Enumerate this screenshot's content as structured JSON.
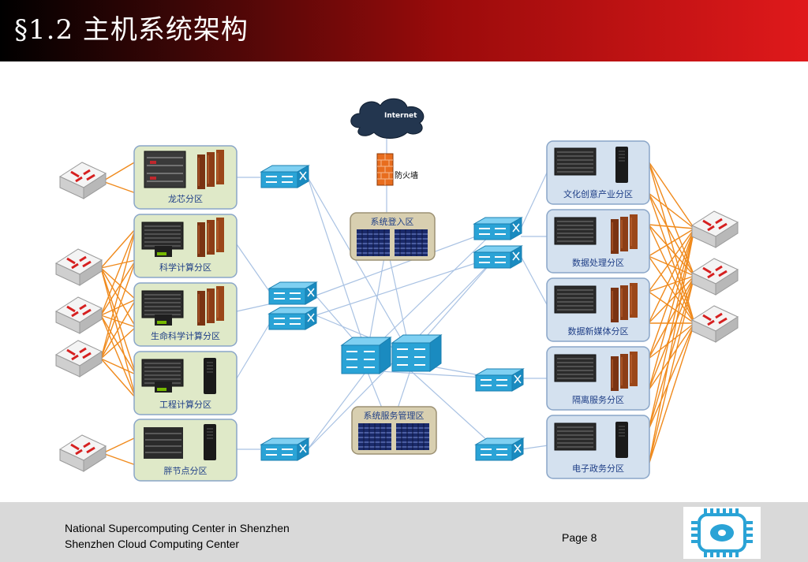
{
  "slide": {
    "title": "§1.2 主机系统架构"
  },
  "diagram": {
    "internet_label": "Internet",
    "firewall_label": "防火墙",
    "center_zones": {
      "login": "系统登入区",
      "service_mgmt": "系统服务管理区"
    },
    "left_zones": [
      "龙芯分区",
      "科学计算分区",
      "生命科学计算分区",
      "工程计算分区",
      "胖节点分区"
    ],
    "right_zones": [
      "文化创意产业分区",
      "数据处理分区",
      "数据新媒体分区",
      "隔离服务分区",
      "电子政务分区"
    ],
    "colors": {
      "zone_fill": "#dfe9c8",
      "zone_border": "#8aa6c8",
      "right_zone_fill": "#d4e1ef",
      "switch_blue": "#2aa3d6",
      "link_orange": "#f08a1c",
      "link_blue": "#a9c2e3",
      "title_red": "#e0191b"
    },
    "icons": [
      "cloud-icon",
      "firewall-icon",
      "router-icon",
      "switch-icon",
      "server-rack-icon",
      "blade-server-icon",
      "gpu-card-icon"
    ]
  },
  "footer": {
    "org_line1": "National Supercomputing Center in Shenzhen",
    "org_line2": "Shenzhen Cloud Computing Center",
    "page": "Page 8"
  }
}
